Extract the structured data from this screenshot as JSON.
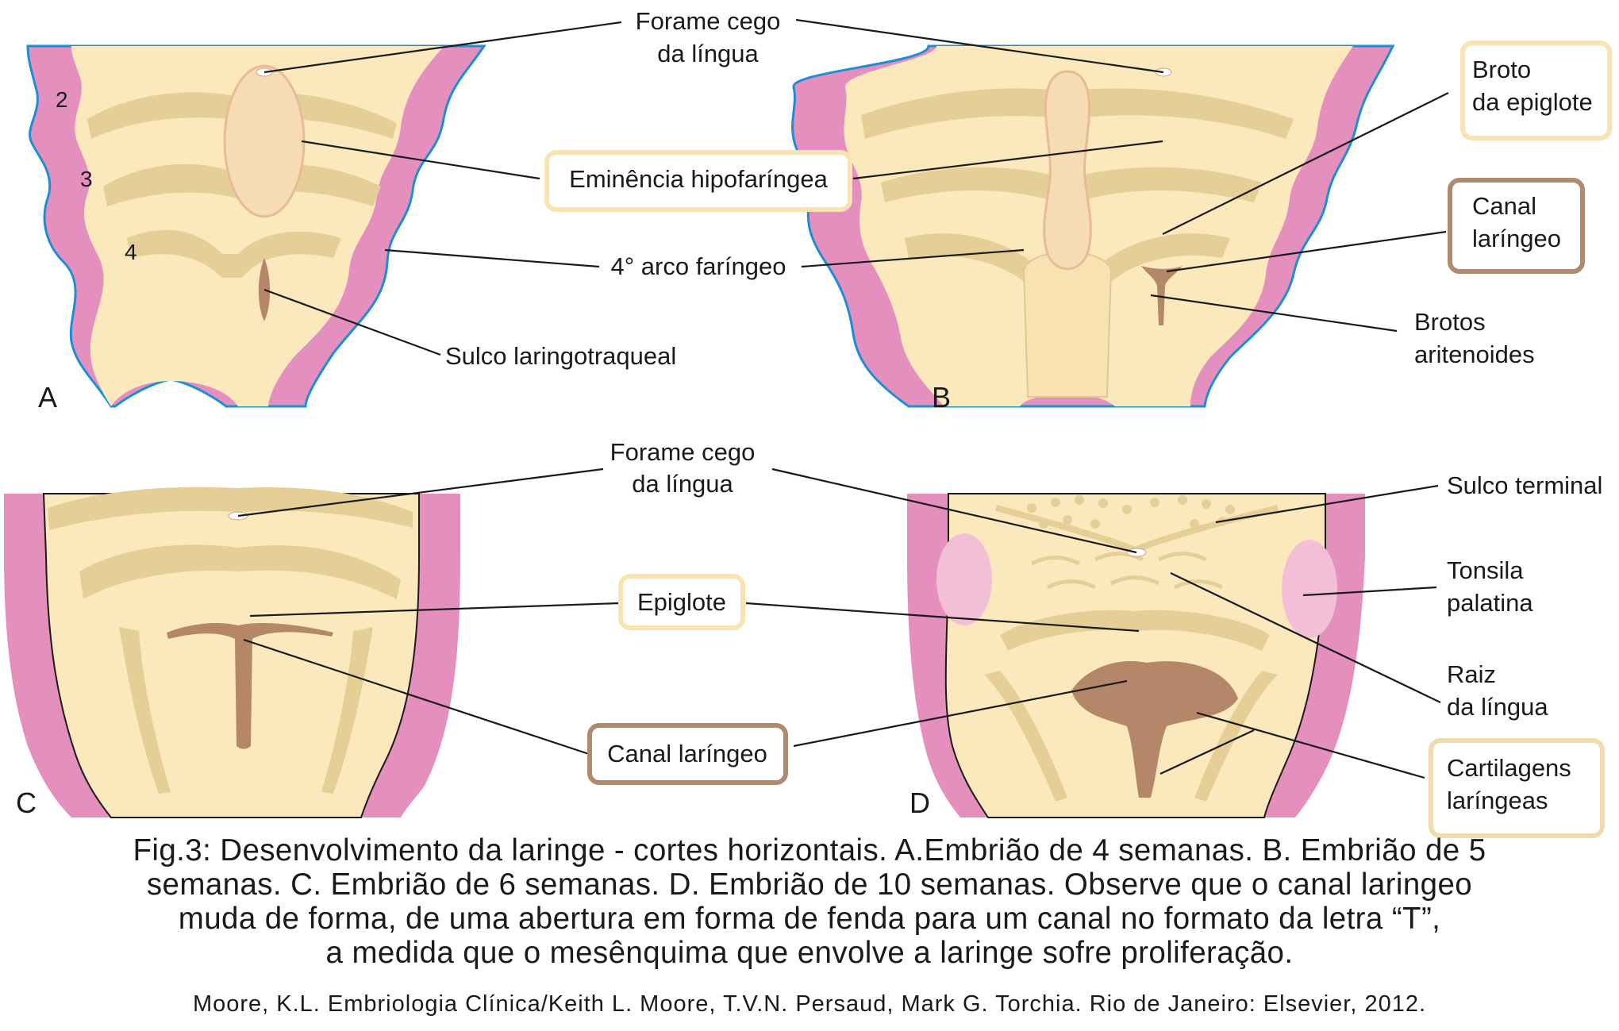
{
  "panels": {
    "a": {
      "letter": "A",
      "arch_2": "2",
      "arch_3": "3",
      "arch_4": "4"
    },
    "b": {
      "letter": "B"
    },
    "c": {
      "letter": "C"
    },
    "d": {
      "letter": "D"
    }
  },
  "labels": {
    "forame_ab_1": "Forame cego",
    "forame_ab_2": "da língua",
    "eminencia": "Eminência hipofaríngea",
    "arco": "4° arco faríngeo",
    "sulco_lt": "Sulco laringotraqueal",
    "broto_1": "Broto",
    "broto_2": "da epiglote",
    "canal_b_1": "Canal",
    "canal_b_2": "laríngeo",
    "aritenoides_1": "Brotos",
    "aritenoides_2": "aritenoides",
    "forame_cd_1": "Forame cego",
    "forame_cd_2": "da língua",
    "sulco_terminal": "Sulco terminal",
    "epiglote": "Epiglote",
    "tonsila_1": "Tonsila",
    "tonsila_2": "palatina",
    "raiz_1": "Raiz",
    "raiz_2": "da língua",
    "canal_c": "Canal laríngeo",
    "cartilagens_1": "Cartilagens",
    "cartilagens_2": "laríngeas"
  },
  "colors": {
    "tissue": "#fbe9bd",
    "tissue_shadow": "#e6cf97",
    "wall": "#e58fbf",
    "outline": "#1a8fd6",
    "canal": "#b5876a",
    "box_light": "#f8e4b0",
    "box_dark": "#b08a6e",
    "tonsil": "#f2bfd6"
  },
  "caption": {
    "line1": "Fig.3: Desenvolvimento da laringe - cortes horizontais. A.Embrião de 4 semanas. B. Embrião de 5",
    "line2": "semanas. C. Embrião de 6 semanas. D. Embrião de 10 semanas. Observe que o canal laringeo",
    "line3": "muda de forma, de uma abertura em forma de fenda para um canal no formato da letra “T”,",
    "line4": "a medida que o mesênquima que envolve a laringe sofre proliferação.",
    "source": "Moore, K.L. Embriologia Clínica/Keith L. Moore, T.V.N. Persaud, Mark G. Torchia. Rio de Janeiro: Elsevier, 2012."
  }
}
